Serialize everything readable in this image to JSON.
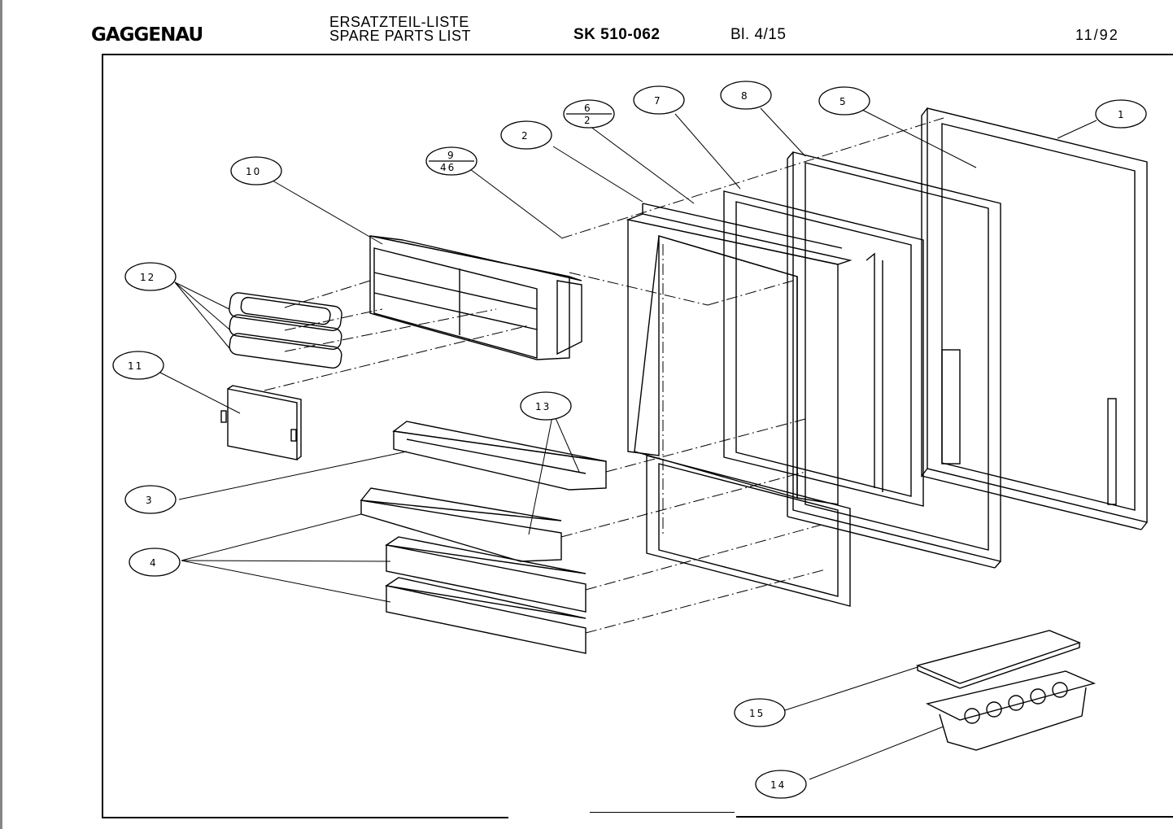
{
  "header": {
    "brand": "GAGGENAU",
    "list_title_de": "ERSATZTEIL-LISTE",
    "list_title_en": "SPARE PARTS LIST",
    "document_number": "SK 510-062",
    "sheet": "Bl. 4/15",
    "date": "11/92"
  },
  "callouts": [
    "1",
    "2",
    "3",
    "4",
    "5",
    "7",
    "8",
    "10",
    "11",
    "12",
    "13",
    "14",
    "15"
  ],
  "fraction_callouts": [
    {
      "top": "6",
      "bottom": "2"
    },
    {
      "top": "9",
      "bottom": "46"
    }
  ]
}
